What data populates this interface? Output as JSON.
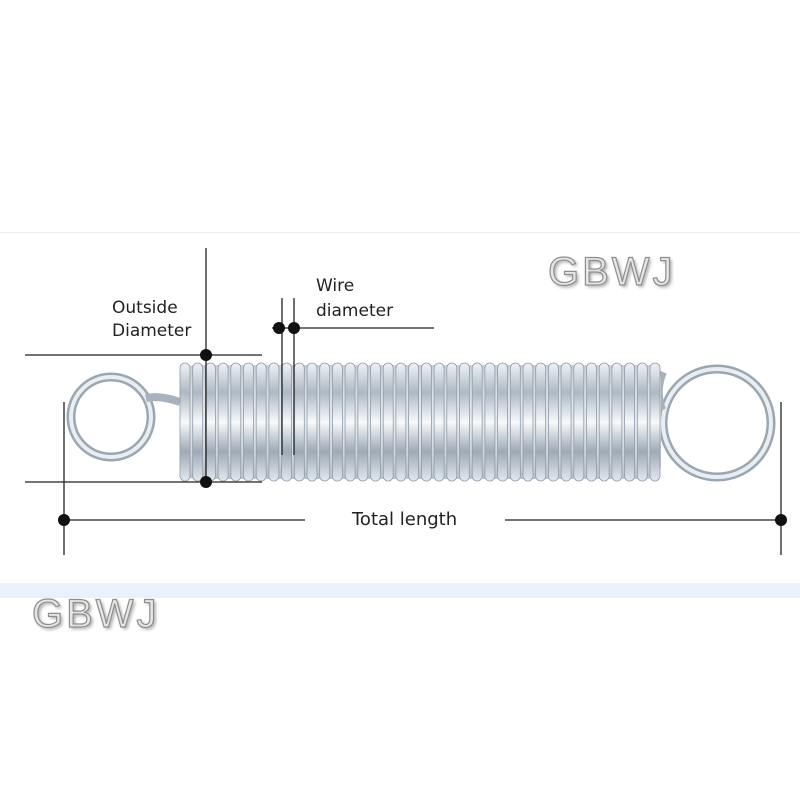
{
  "labels": {
    "outside_diameter_line1": "Outside",
    "outside_diameter_line2": "Diameter",
    "wire_diameter_line1": "Wire",
    "wire_diameter_line2": "diameter",
    "total_length": "Total length"
  },
  "watermarks": {
    "top_right": "GBWJ",
    "bottom_left": "GBWJ"
  },
  "colors": {
    "background": "#ffffff",
    "bottom_band": "#e9f2fb",
    "dimension_line": "#222222",
    "spring_steel": "#b9c4ce"
  }
}
